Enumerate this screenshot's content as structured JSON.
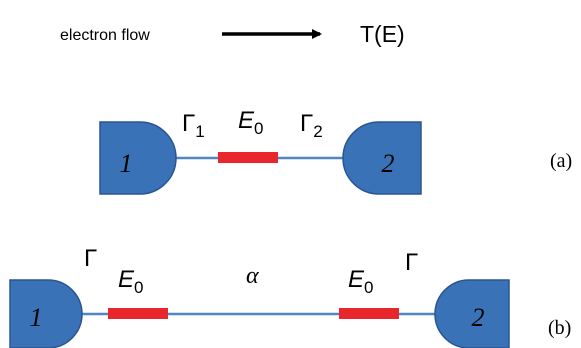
{
  "header": {
    "flow_label": "electron flow",
    "transmission_label": "T(E)"
  },
  "panel_a": {
    "lead_left_label": "1",
    "lead_right_label": "2",
    "gamma_left": "Γ",
    "gamma_left_sub": "1",
    "gamma_right": "Γ",
    "gamma_right_sub": "2",
    "site_energy": "E",
    "site_energy_sub": "0",
    "panel_label": "(a)"
  },
  "panel_b": {
    "lead_left_label": "1",
    "lead_right_label": "2",
    "gamma_left": "Γ",
    "gamma_right": "Γ",
    "site_left_energy": "E",
    "site_left_energy_sub": "0",
    "site_right_energy": "E",
    "site_right_energy_sub": "0",
    "coupling": "α",
    "panel_label": "(b)"
  },
  "colors": {
    "lead_fill": "#3a72b8",
    "lead_stroke": "#2a5590",
    "wire": "#4f86c6",
    "site": "#e8262b",
    "text": "#000000"
  }
}
